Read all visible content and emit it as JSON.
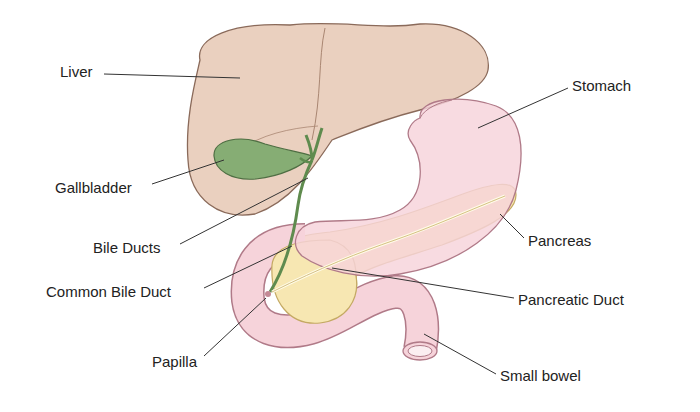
{
  "diagram": {
    "labels": [
      "Liver",
      "Stomach",
      "Gallbladder",
      "Pancreas",
      "Bile Ducts",
      "Common Bile Duct",
      "Pancreatic Duct",
      "Papilla",
      "Small bowel"
    ]
  }
}
